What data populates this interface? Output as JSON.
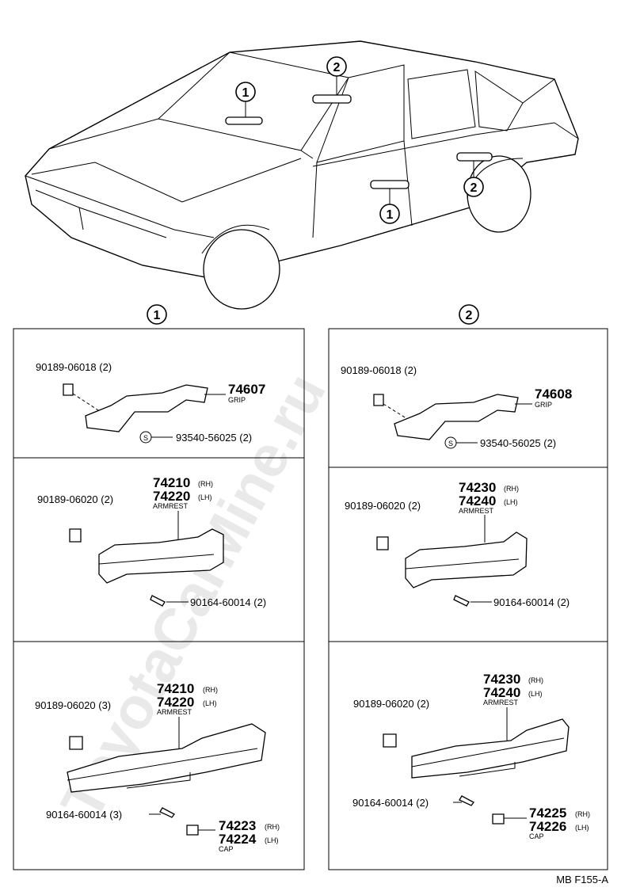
{
  "watermark": "ToyotaCarMine.ru",
  "diagram_code": "MB F155-A",
  "callouts": {
    "one": "1",
    "two": "2"
  },
  "section1": {
    "label": "1",
    "grip": {
      "clip": "90189-06018 (2)",
      "part_no": "74607",
      "part_name": "GRIP",
      "screw_symbol": "S",
      "screw": "93540-56025 (2)"
    },
    "armrest_a": {
      "clip": "90189-06020 (2)",
      "rh": "74210",
      "rh_tag": "(RH)",
      "lh": "74220",
      "lh_tag": "(LH)",
      "name": "ARMREST",
      "screw": "90164-60014 (2)"
    },
    "armrest_b": {
      "clip": "90189-06020 (3)",
      "rh": "74210",
      "rh_tag": "(RH)",
      "lh": "74220",
      "lh_tag": "(LH)",
      "name": "ARMREST",
      "screw": "90164-60014 (3)",
      "cap_rh": "74223",
      "cap_rh_tag": "(RH)",
      "cap_lh": "74224",
      "cap_lh_tag": "(LH)",
      "cap_name": "CAP"
    }
  },
  "section2": {
    "label": "2",
    "grip": {
      "clip": "90189-06018 (2)",
      "part_no": "74608",
      "part_name": "GRIP",
      "screw_symbol": "S",
      "screw": "93540-56025 (2)"
    },
    "armrest_a": {
      "clip": "90189-06020 (2)",
      "rh": "74230",
      "rh_tag": "(RH)",
      "lh": "74240",
      "lh_tag": "(LH)",
      "name": "ARMREST",
      "screw": "90164-60014 (2)"
    },
    "armrest_b": {
      "clip": "90189-06020 (2)",
      "rh": "74230",
      "rh_tag": "(RH)",
      "lh": "74240",
      "lh_tag": "(LH)",
      "name": "ARMREST",
      "screw": "90164-60014 (2)",
      "cap_rh": "74225",
      "cap_rh_tag": "(RH)",
      "cap_lh": "74226",
      "cap_lh_tag": "(LH)",
      "cap_name": "CAP"
    }
  }
}
